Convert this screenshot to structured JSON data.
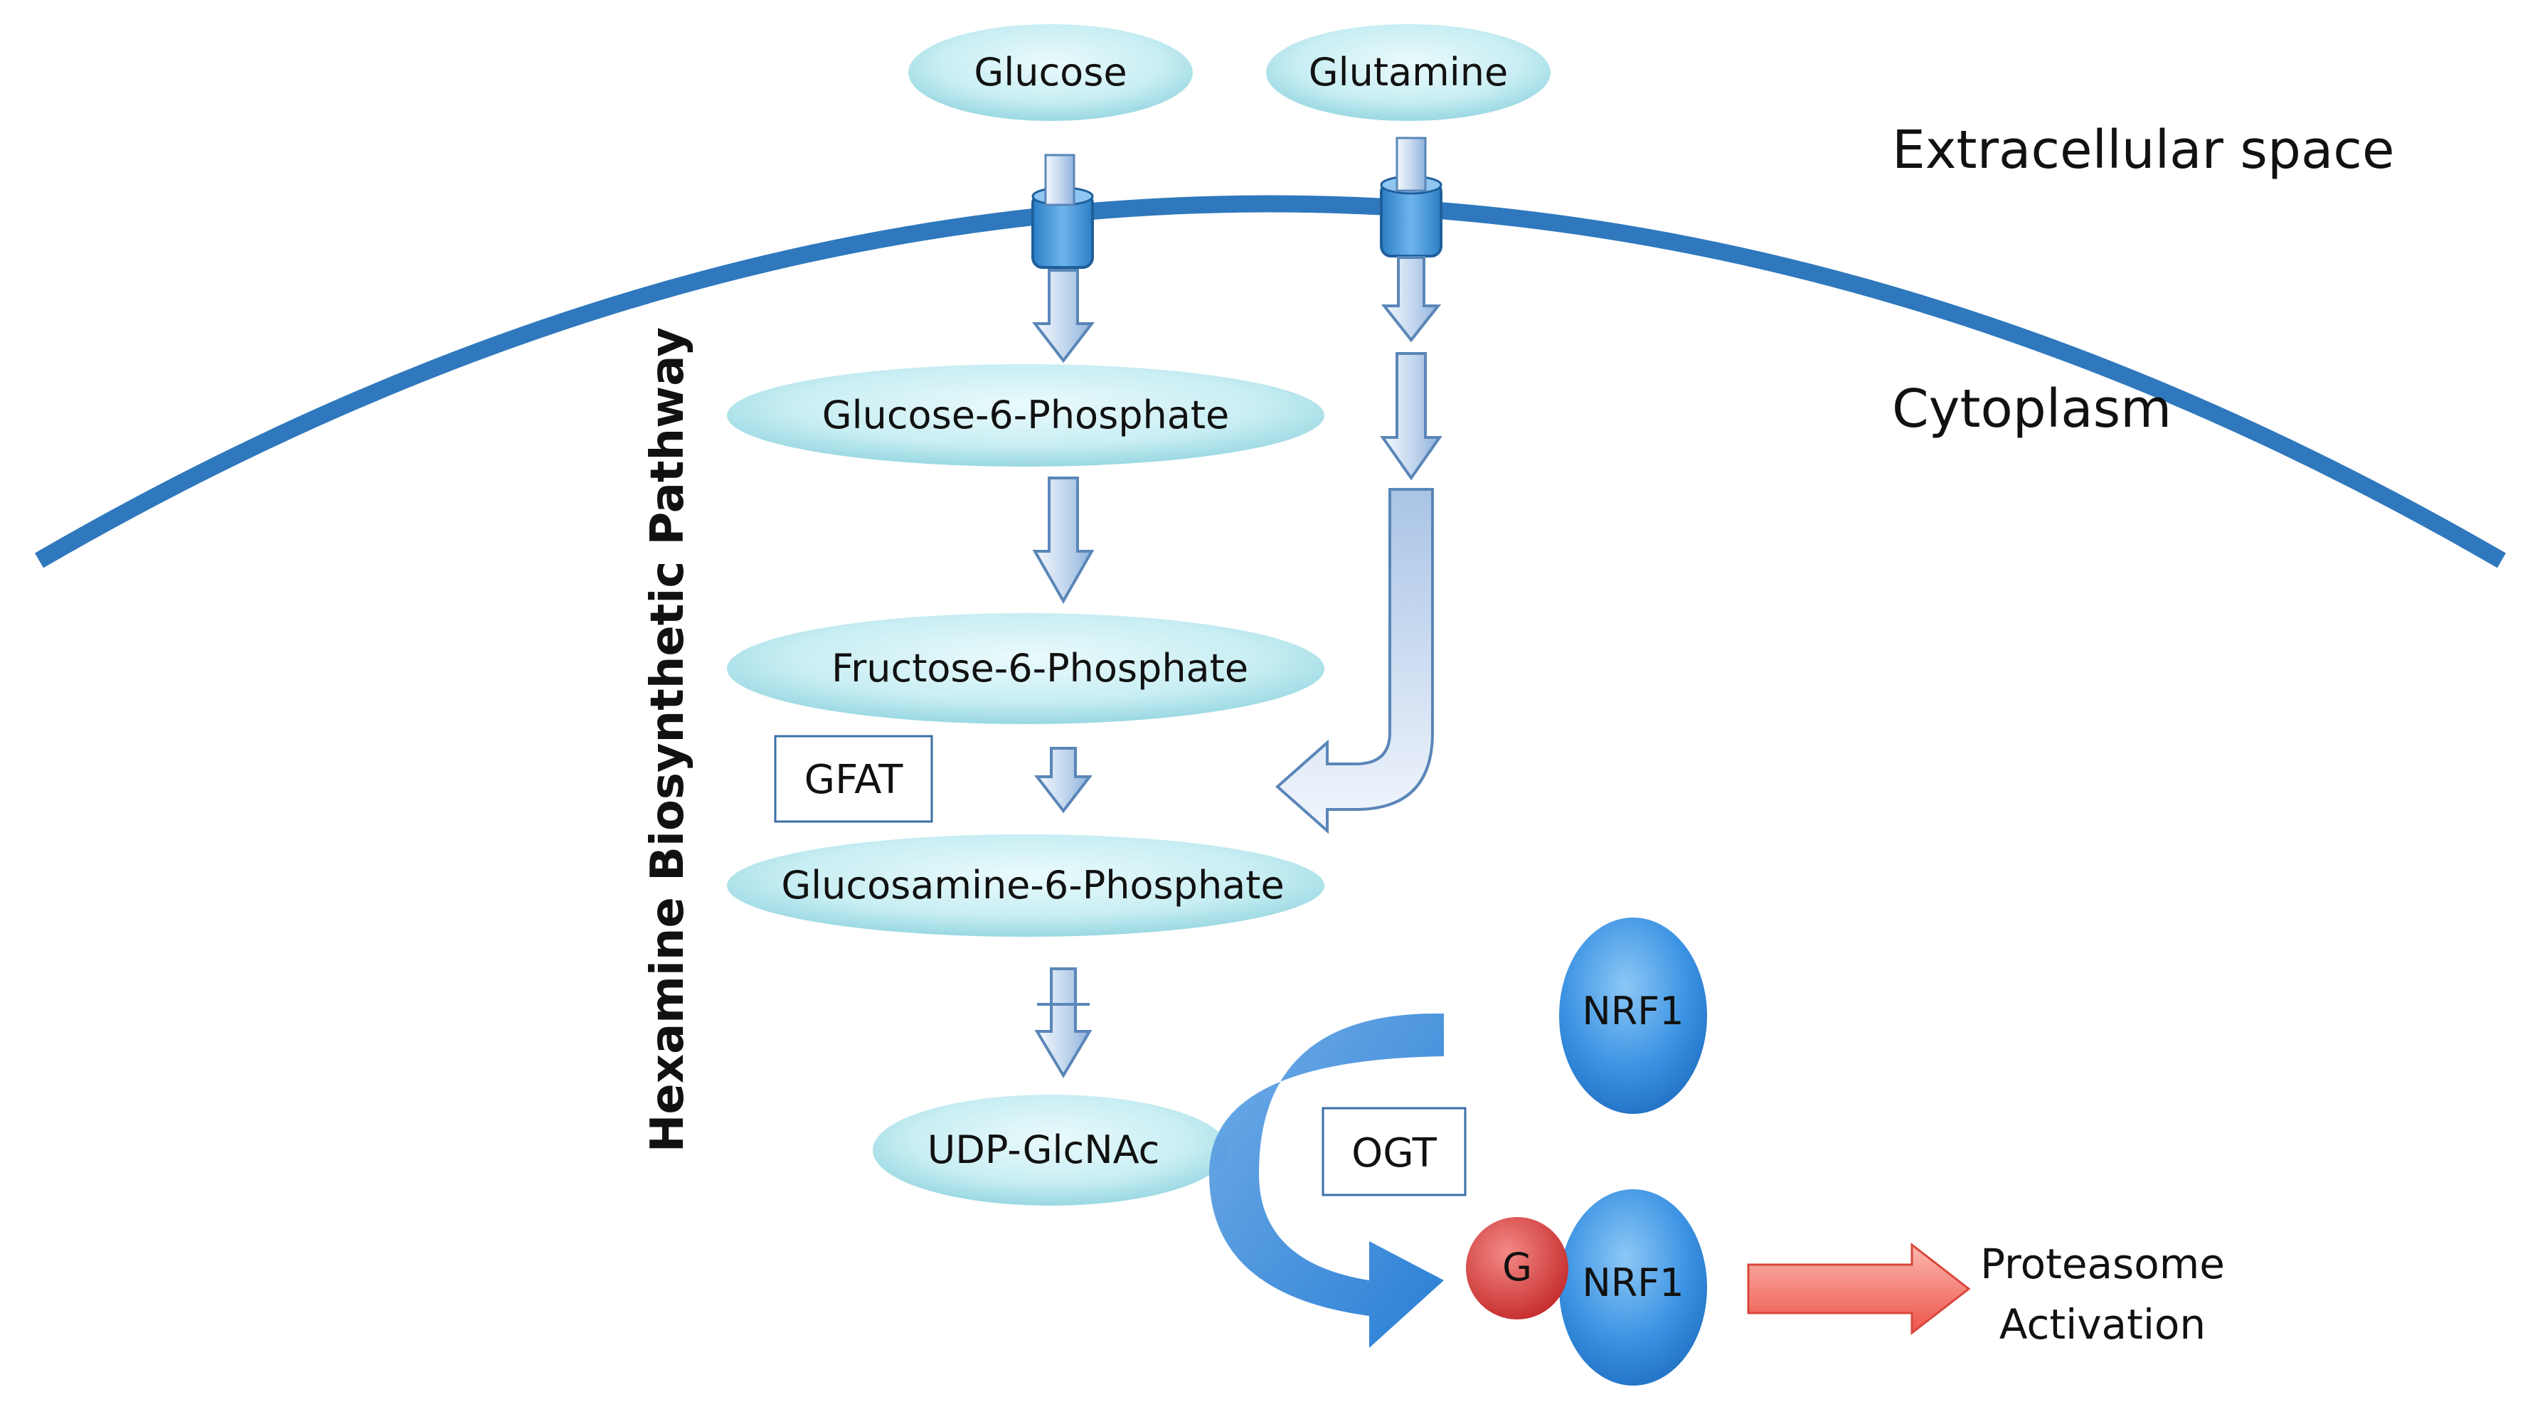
{
  "regions": {
    "extracellular": "Extracellular space",
    "cytoplasm": "Cytoplasm"
  },
  "pathway_label": "Hexamine Biosynthetic Pathway",
  "metabolites": {
    "glucose": "Glucose",
    "glutamine": "Glutamine",
    "g6p": "Glucose-6-Phosphate",
    "f6p": "Fructose-6-Phosphate",
    "gln6p": "Glucosamine-6-Phosphate",
    "udp": "UDP-GlcNAc"
  },
  "enzymes": {
    "gfat": "GFAT",
    "ogt": "OGT"
  },
  "proteins": {
    "nrf1_top": "NRF1",
    "nrf1_bottom": "NRF1",
    "g_marker": "G"
  },
  "outcome": {
    "line1": "Proteasome",
    "line2": "Activation"
  },
  "colors": {
    "membrane": "#2f78bd",
    "ellipse_light": "#e6f8fa",
    "ellipse_dark": "#8fd3de",
    "protein": "#3a92e2",
    "g_marker": "#d63030",
    "outcome_arrow": "#f0665b"
  }
}
